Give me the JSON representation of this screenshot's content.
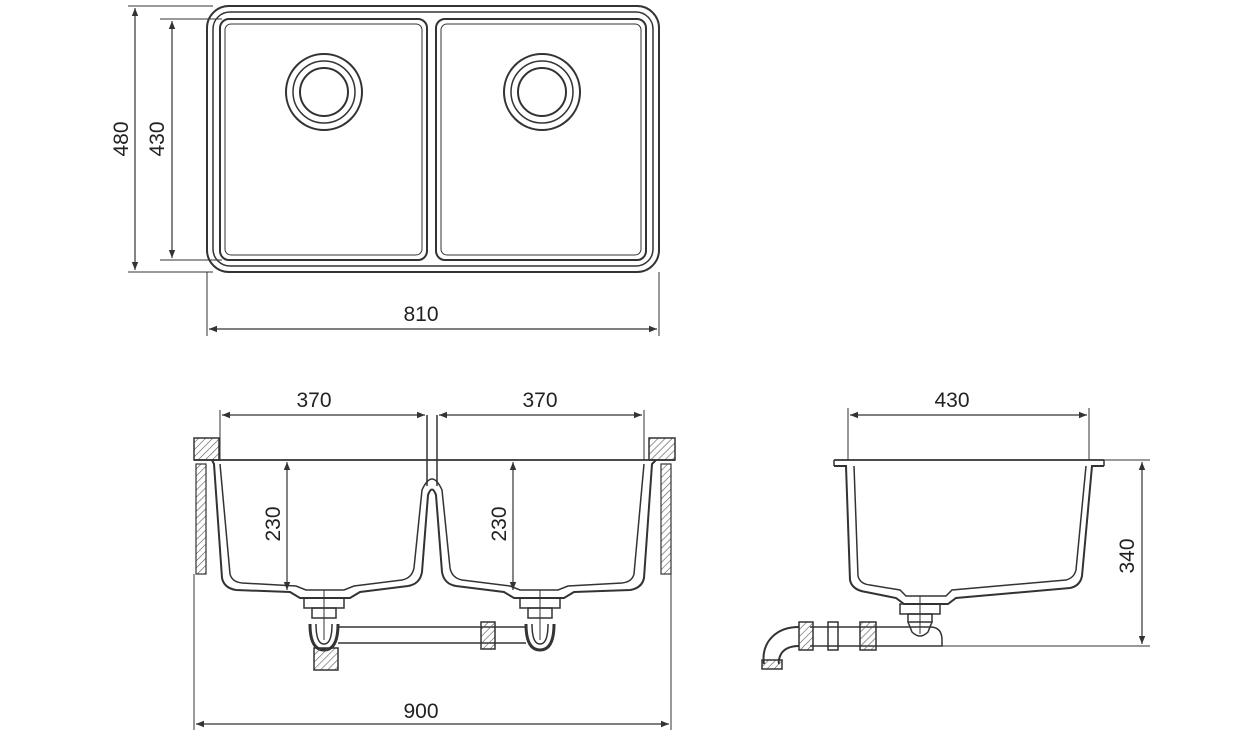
{
  "top_view": {
    "dim_width": "810",
    "dim_outer_depth": "480",
    "dim_inner_depth": "430"
  },
  "front_view": {
    "dim_left_bowl_width": "370",
    "dim_right_bowl_width": "370",
    "dim_left_bowl_depth": "230",
    "dim_right_bowl_depth": "230",
    "dim_overall_width": "900"
  },
  "side_view": {
    "dim_bowl_length": "430",
    "dim_total_height": "340"
  }
}
